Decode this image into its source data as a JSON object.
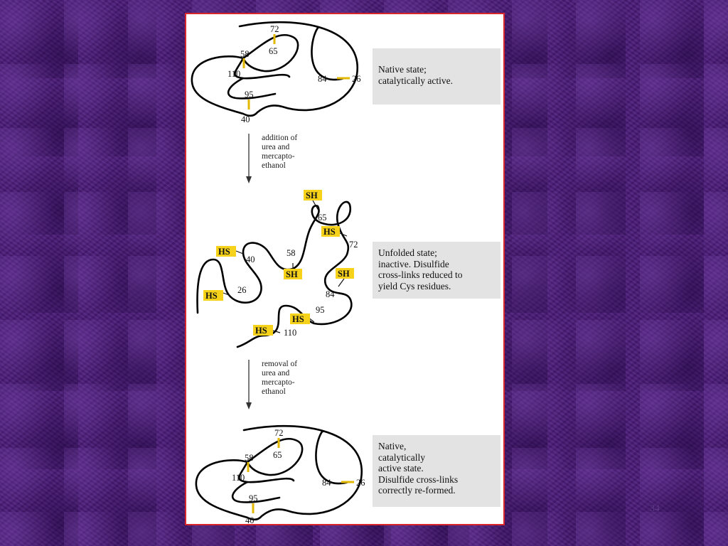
{
  "figure": {
    "top_residues": [
      "72",
      "65",
      "58",
      "110",
      "84",
      "26",
      "95",
      "40"
    ],
    "top_caption": "Native state;\ncatalytically active.",
    "arrow1_text": "addition of\nurea and\nmercapto-\nethanol",
    "middle_labels": [
      "65",
      "72",
      "40",
      "58",
      "26",
      "84",
      "95",
      "110"
    ],
    "middle_sh_tags": [
      "SH",
      "HS",
      "HS",
      "SH",
      "HS",
      "SH",
      "HS",
      "HS"
    ],
    "middle_caption": "Unfolded state;\ninactive.  Disulfide\ncross-links reduced to\nyield Cys residues.",
    "arrow2_text": "removal of\nurea and\nmercapto-\nethanol",
    "bottom_residues": [
      "72",
      "65",
      "58",
      "110",
      "84",
      "26",
      "95",
      "40"
    ],
    "bottom_caption": "Native,\ncatalytically\nactive state.\nDisulfide cross-links\ncorrectly re-formed."
  },
  "slide_number": "34",
  "colors": {
    "frame": "#d7262c",
    "highlight": "#f6d31a",
    "caption_bg": "#e3e3e3",
    "background": "#4a1a78"
  }
}
